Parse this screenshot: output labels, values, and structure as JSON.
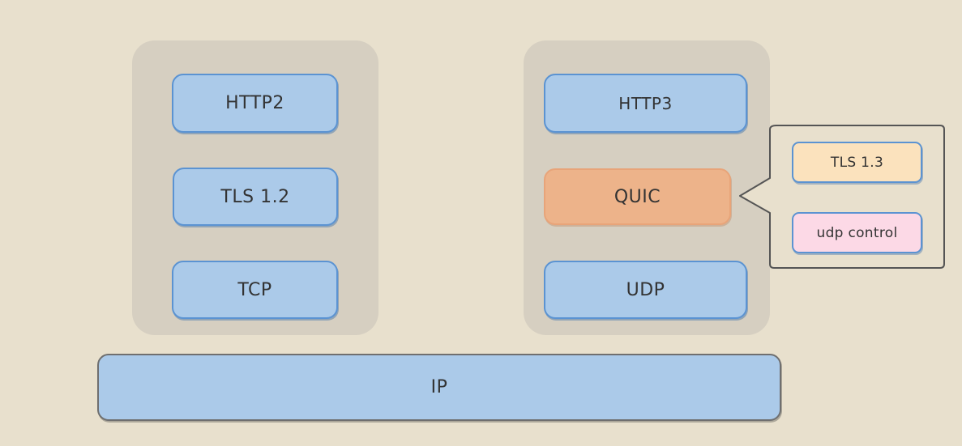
{
  "left_stack": {
    "http": "HTTP2",
    "tls": "TLS 1.2",
    "transport": "TCP"
  },
  "right_stack": {
    "http": "HTTP3",
    "quic": "QUIC",
    "transport": "UDP"
  },
  "quic_callout": {
    "tls": "TLS 1.3",
    "udp_control": "udp control"
  },
  "network": {
    "ip": "IP"
  },
  "colors": {
    "background": "#e8e0cd",
    "group_panel": "#d6cfc1",
    "box_fill": "#abcae9",
    "box_border": "#5b93d2",
    "quic_fill": "#edb38a",
    "tls13_fill": "#fbe2bd",
    "udp_control_fill": "#fcd9e6"
  }
}
